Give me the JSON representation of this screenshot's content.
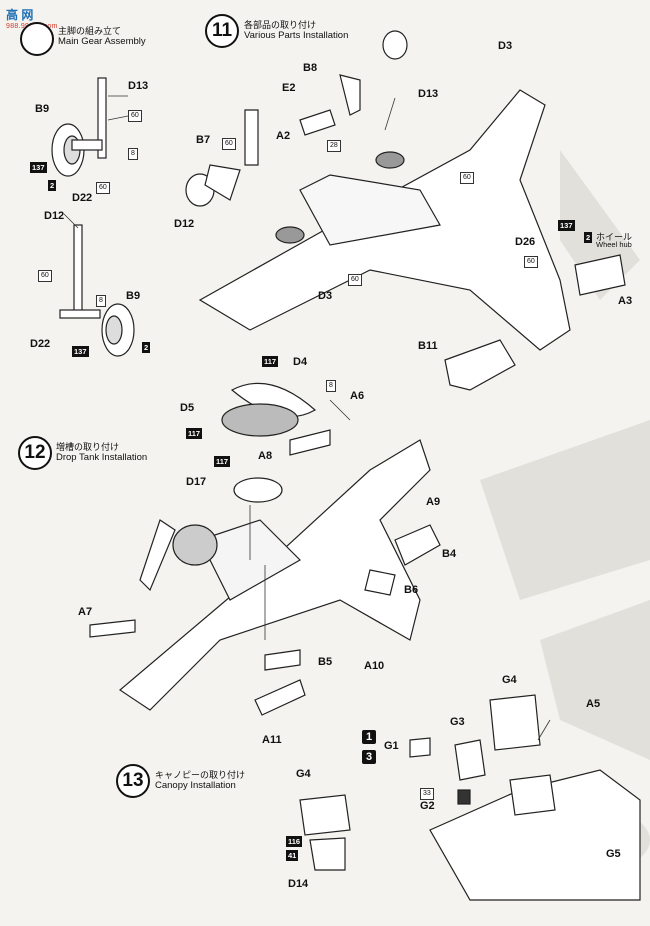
{
  "watermark": {
    "line1": "高",
    "line2": "网",
    "sub": "988.9988c.com"
  },
  "steps": {
    "s10": {
      "jp": "主脚の組み立て",
      "en": "Main Gear Assembly"
    },
    "s11": {
      "num": "11",
      "jp": "各部品の取り付け",
      "en": "Various Parts Installation"
    },
    "s12": {
      "num": "12",
      "jp": "増槽の取り付け",
      "en": "Drop Tank Installation"
    },
    "s13": {
      "num": "13",
      "jp": "キャノピーの取り付け",
      "en": "Canopy Installation"
    }
  },
  "parts": {
    "d13": "D13",
    "b9": "B9",
    "d22": "D22",
    "d12": "D12",
    "b8": "B8",
    "e2": "E2",
    "a2": "A2",
    "b7": "B7",
    "d3": "D3",
    "d26": "D26",
    "a3": "A3",
    "b11": "B11",
    "d4": "D4",
    "d5": "D5",
    "a6": "A6",
    "a8": "A8",
    "d17": "D17",
    "a9": "A9",
    "b4": "B4",
    "b6": "B6",
    "a7": "A7",
    "b5": "B5",
    "a10": "A10",
    "a11": "A11",
    "g1": "G1",
    "g2": "G2",
    "g3": "G3",
    "g4": "G4",
    "g5": "G5",
    "a5": "A5",
    "d14": "D14"
  },
  "colors": {
    "c60": "60",
    "c8": "8",
    "c137": "137",
    "c2": "2",
    "c28": "28",
    "c117": "117",
    "c33": "33",
    "c116": "116",
    "c41": "41"
  },
  "wheel_hub": {
    "jp": "ホイール",
    "en": "Wheel hub"
  },
  "icons": {
    "i1": "1",
    "i3": "3"
  }
}
